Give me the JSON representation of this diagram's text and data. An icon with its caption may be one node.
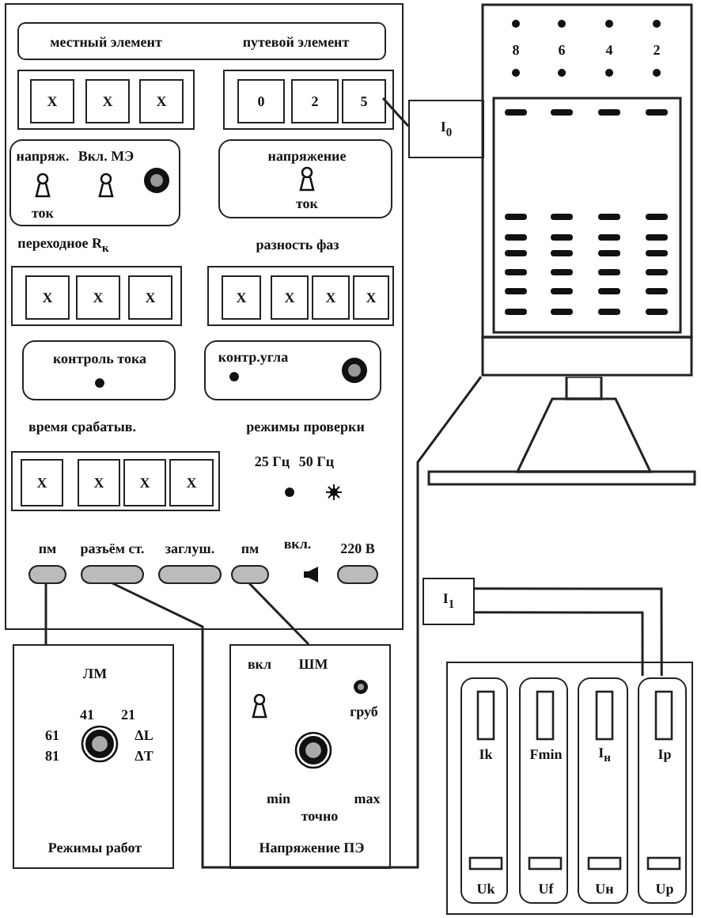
{
  "diagram": {
    "nodes": [
      {
        "text": [],
        "shape": "box"
      },
      {
        "text": [
          "местный элемент",
          "путевой элемент"
        ],
        "in": 0
      },
      {
        "text": [],
        "shape": "box",
        "in": 0
      },
      {
        "text": [
          "X"
        ],
        "in": 2
      },
      {
        "text": [
          "X"
        ],
        "in": 2
      },
      {
        "text": [
          "X"
        ],
        "in": 2
      },
      {
        "text": [],
        "shape": "box",
        "in": 0
      },
      {
        "text": [
          "0"
        ],
        "in": 6
      },
      {
        "text": [
          "2"
        ],
        "in": 6
      },
      {
        "text": [
          "5"
        ],
        "in": 6
      },
      {
        "text": [
          "напряж.",
          "Вкл. МЭ",
          "ток"
        ],
        "in": 0
      },
      {
        "text": [
          "напряжение",
          "ток"
        ],
        "in": 0
      },
      {
        "text": [],
        "shape": "box",
        "in": 0
      },
      {
        "text": [
          "X"
        ],
        "in": 12
      },
      {
        "text": [
          "X"
        ],
        "in": 12
      },
      {
        "text": [
          "X"
        ],
        "in": 12
      },
      {
        "text": [],
        "shape": "box",
        "in": 0
      },
      {
        "text": [
          "X"
        ],
        "in": 16
      },
      {
        "text": [
          "X"
        ],
        "in": 16
      },
      {
        "text": [
          "X"
        ],
        "in": 16
      },
      {
        "text": [
          "X"
        ],
        "in": 16
      },
      {
        "text": [
          "контроль тока"
        ],
        "in": 0
      },
      {
        "text": [
          "контр.угла"
        ],
        "in": 0
      },
      {
        "text": [],
        "shape": "box",
        "in": 0
      },
      {
        "text": [
          "X"
        ],
        "in": 23
      },
      {
        "text": [
          "X"
        ],
        "in": 23
      },
      {
        "text": [
          "X"
        ],
        "in": 23
      },
      {
        "text": [
          "X"
        ],
        "in": 23
      },
      {
        "text": [
          "пм"
        ],
        "in": 0
      },
      {
        "text": [
          "разъём ст."
        ],
        "in": 0
      },
      {
        "text": [
          "заглуш."
        ],
        "in": 0
      },
      {
        "text": [
          "пм"
        ],
        "in": 0
      },
      {
        "text": [
          "220 В"
        ],
        "in": 0
      },
      {
        "text": [
          "ЛМ",
          "41",
          "21",
          "61",
          "ΔL",
          "81",
          "ΔT",
          "Режимы работ"
        ]
      },
      {
        "text": [
          "вкл",
          "ШМ",
          "груб",
          "min",
          "max",
          "точно",
          "Напряжение ПЭ"
        ]
      },
      {
        "text": [
          "I$_{0}$"
        ]
      },
      {
        "text": [
          "8",
          "6",
          "4",
          "2"
        ]
      },
      {
        "text": [
          "I$_{1}$"
        ]
      },
      {
        "text": [],
        "shape": "box"
      },
      {
        "text": [
          "Ik",
          "Uk"
        ],
        "in": 38
      },
      {
        "text": [
          "Fmin",
          "Uf"
        ],
        "in": 38
      },
      {
        "text": [
          "I$_{н}$",
          "Uн"
        ],
        "in": 38
      },
      {
        "text": [
          "Ip",
          "Up"
        ],
        "in": 38
      }
    ],
    "edges": [
      {
        "from": 9,
        "to": 35,
        "arrow": "none"
      },
      {
        "from": 28,
        "to": 33,
        "arrow": "none"
      },
      {
        "from": 29,
        "to": 36,
        "arrow": "none"
      },
      {
        "from": 31,
        "to": 34,
        "arrow": "none"
      },
      {
        "from": 37,
        "to": 42,
        "arrow": "none"
      },
      {
        "from": 37,
        "to": 42,
        "arrow": "none"
      }
    ],
    "labels": [
      "переходное R$_{к}$",
      "разность фаз",
      "время срабатыв.",
      "режимы проверки",
      "25 Гц",
      "50 Гц",
      "вкл."
    ]
  }
}
